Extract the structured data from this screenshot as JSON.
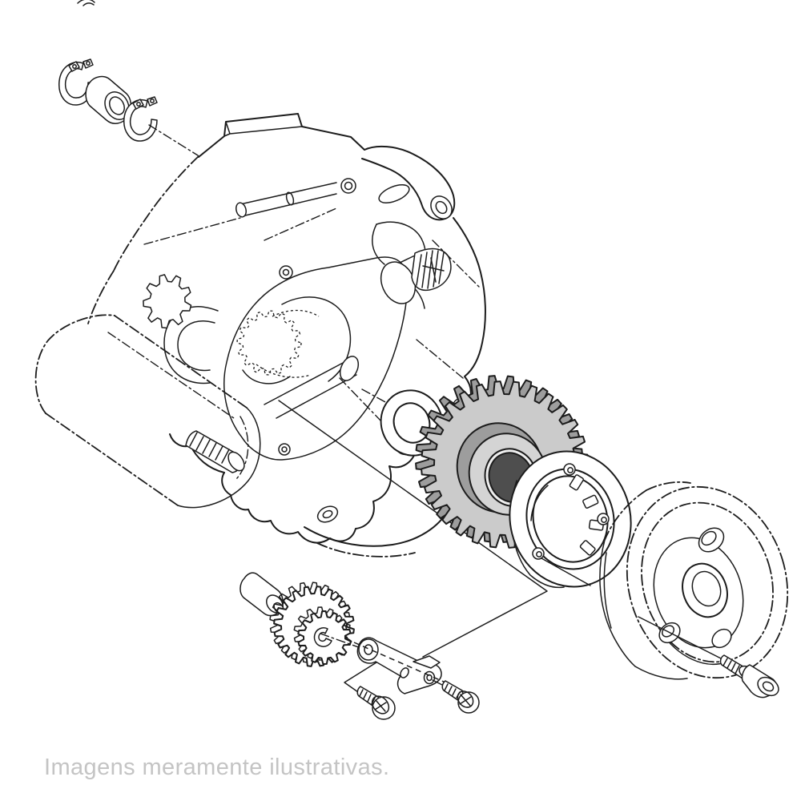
{
  "page": {
    "background": "#ffffff",
    "caption": "Imagens meramente ilustrativas."
  },
  "colors": {
    "line": "#1c1c1c",
    "caption": "#c4c4c4",
    "gear-face": "#cbcbcb",
    "gear-side": "#9d9d9d",
    "hub-face": "#d4d4d4",
    "hub-bore": "#efefef",
    "hub-hole": "#4e4e4e",
    "paper": "#ffffff"
  },
  "diagram": {
    "type": "exploded-parts-illustration",
    "subject": "engine starter clutch assembly",
    "highlighted_part": "starter-clutch-sprocket-gear",
    "parts": [
      "snap-ring-1",
      "spacer-bushing",
      "snap-ring-2",
      "engine-crankcase",
      "starter-motor",
      "thrust-washer",
      "starter-clutch-sprocket-gear",
      "one-way-clutch-housing",
      "flywheel-rotor",
      "flywheel-bolt",
      "idler-pin",
      "starter-idler-gear",
      "gear-retainer-bracket",
      "retainer-screw-1",
      "retainer-screw-2"
    ]
  }
}
